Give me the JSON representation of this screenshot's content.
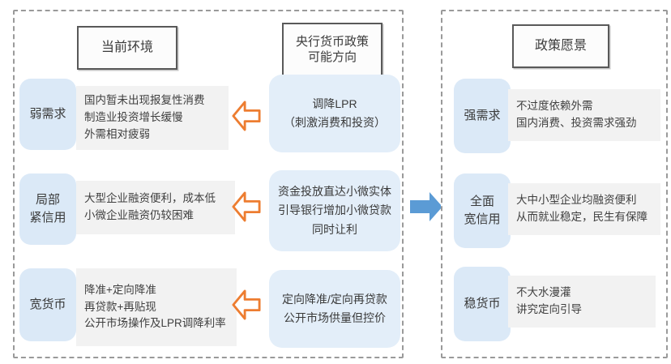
{
  "diagram": {
    "left_panel": {
      "env_header": "当前环境",
      "policy_header": "央行货币政策\n可能方向",
      "rows": [
        {
          "label": "弱需求",
          "env": "国内暂未出现报复性消费\n制造业投资增长缓慢\n外需相对疲弱",
          "policy": "调降LPR\n（刺激消费和投资）"
        },
        {
          "label": "局部\n紧信用",
          "env": "大型企业融资便利，成本低\n小微企业融资仍较困难",
          "policy": "资金投放直达小微实体\n引导银行增加小微贷款\n同时让利"
        },
        {
          "label": "宽货币",
          "env": "降准+定向降准\n再贷款+再贴现\n公开市场操作及LPR调降利率",
          "policy": "定向降准/定向再贷款\n公开市场供量但控价"
        }
      ]
    },
    "right_panel": {
      "header": "政策愿景",
      "rows": [
        {
          "label": "强需求",
          "detail": "不过度依赖外需\n国内消费、投资需求强劲"
        },
        {
          "label": "全面\n宽信用",
          "detail": "大中小型企业均融资便利\n从而就业稳定，民生有保障"
        },
        {
          "label": "稳货币",
          "detail": "不大水漫灌\n讲究定向引导"
        }
      ]
    },
    "colors": {
      "label_box": "#dbe9f7",
      "policy_box": "#e3eef9",
      "detail_box": "#f2f2f2",
      "orange_arrow": "#ED7D31",
      "blue_arrow": "#5B9BD5",
      "header_border": "#595959",
      "panel_border": "#9a9a9a",
      "text": "#3d3d3d"
    }
  }
}
